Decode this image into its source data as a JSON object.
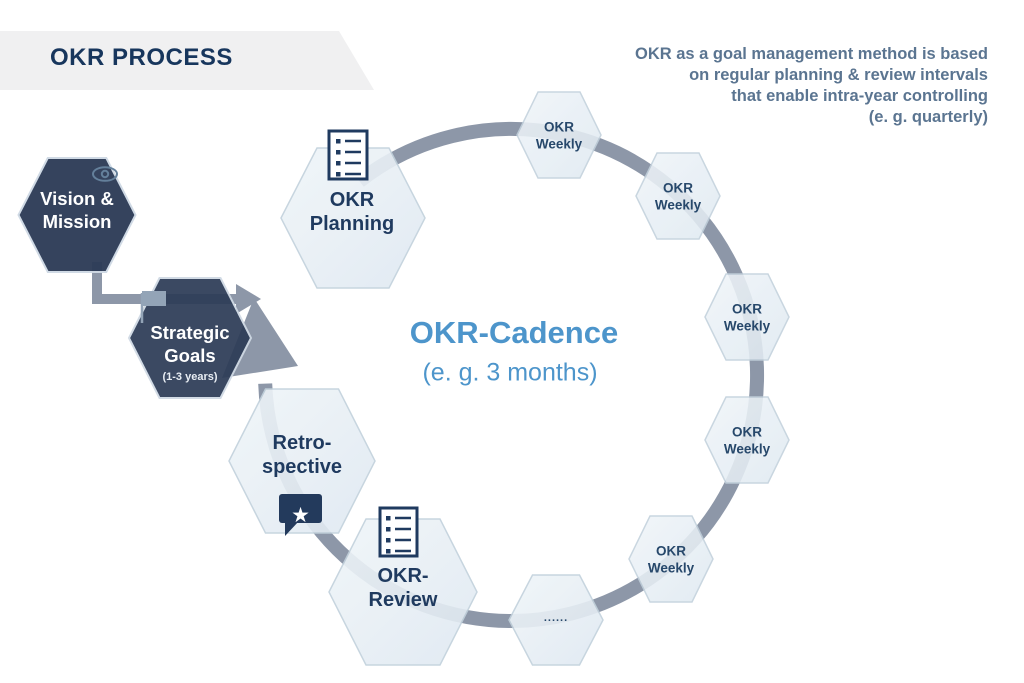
{
  "banner": {
    "title": "OKR PROCESS"
  },
  "intro": {
    "text": "OKR as a goal management method is based\non regular planning & review intervals\nthat enable intra-year controlling\n(e. g. quarterly)"
  },
  "foundation": {
    "vision": {
      "label": "Vision &\nMission"
    },
    "strategic": {
      "label": "Strategic\nGoals",
      "note": "(1-3 years)"
    }
  },
  "cycle": {
    "center": {
      "title": "OKR-Cadence",
      "subtitle": "(e. g. 3 months)"
    },
    "planning": {
      "label": "OKR\nPlanning"
    },
    "review": {
      "label": "OKR-\nReview"
    },
    "retrospective": {
      "label": "Retro-\nspective"
    },
    "weekly": [
      {
        "label": "OKR\nWeekly"
      },
      {
        "label": "OKR\nWeekly"
      },
      {
        "label": "OKR\nWeekly"
      },
      {
        "label": "OKR\nWeekly"
      },
      {
        "label": "OKR\nWeekly"
      },
      {
        "label": "......"
      }
    ]
  },
  "icons": {
    "star": "★"
  },
  "colors": {
    "navy_fill": "#2d3c57",
    "navy_text": "#1f3a5f",
    "slate_text": "#5b7591",
    "ring_gray": "#8d97a8",
    "hex_light": "#e9f0f6",
    "hex_border": "#c2d1dc",
    "accent_blue": "#4d95cb",
    "banner_bg": "#f0f0f1"
  }
}
